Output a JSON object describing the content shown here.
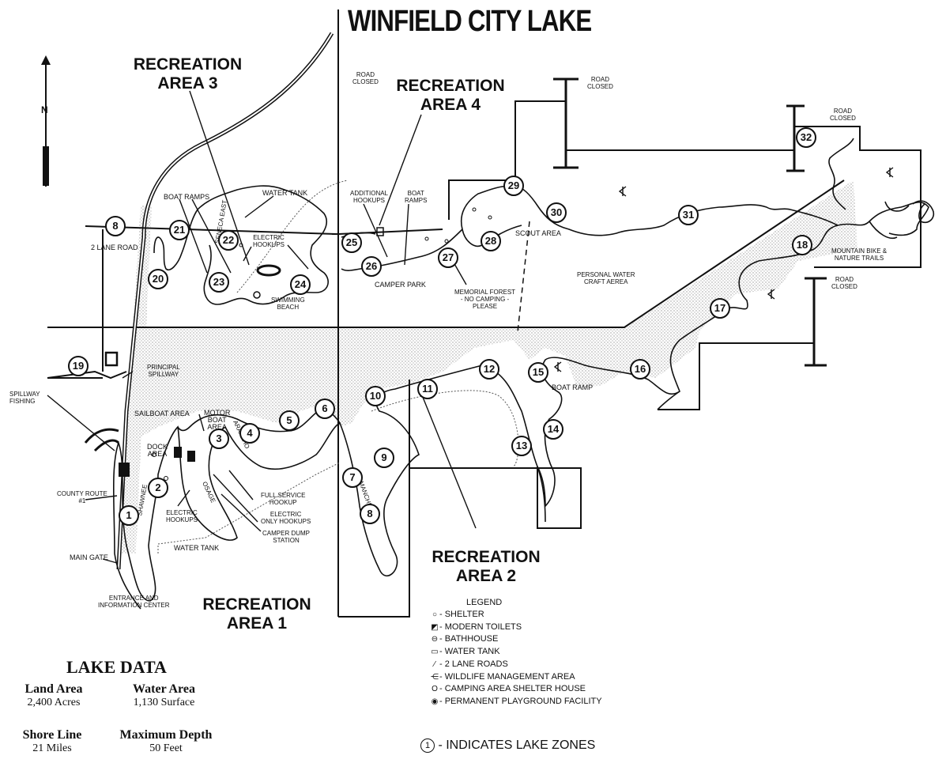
{
  "title": "WINFIELD CITY LAKE",
  "north_label": "N",
  "areas": {
    "area1": [
      "RECREATION",
      "AREA 1"
    ],
    "area2": [
      "RECREATION",
      "AREA 2"
    ],
    "area3": [
      "RECREATION",
      "AREA 3"
    ],
    "area4": [
      "RECREATION",
      "AREA 4"
    ]
  },
  "labels": {
    "road_closed": [
      "ROAD",
      "CLOSED"
    ],
    "two_lane_road": "2 LANE ROAD",
    "boat_ramps": "BOAT RAMPS",
    "boat_ramps_stacked": [
      "BOAT",
      "RAMPS"
    ],
    "water_tank": "WATER TANK",
    "electric_hookups_a3": [
      "ELECTRIC",
      "HOOKUPS"
    ],
    "swimming_beach": [
      "SWIMMING",
      "BEACH"
    ],
    "seneca_east": "SENECA EAST",
    "additional_hookups": [
      "ADDITIONAL",
      "HOOKUPS"
    ],
    "camper_park": "CAMPER PARK",
    "memorial_forest": [
      "MEMORIAL FOREST",
      "- NO CAMPING -",
      "PLEASE"
    ],
    "scout_area": "SCOUT AREA",
    "personal_water_craft": [
      "PERSONAL WATER",
      "CRAFT AEREA"
    ],
    "mountain_bike": [
      "MOUNTAIN BIKE &",
      "NATURE TRAILS"
    ],
    "principal_spillway": [
      "PRINCIPAL",
      "SPILLWAY"
    ],
    "spillway_fishing": [
      "SPILLWAY",
      "FISHING"
    ],
    "sailboat_area": "SAILBOAT AREA",
    "dock_area": [
      "DOCK",
      "AREA"
    ],
    "motor_boat_area": [
      "MOTOR",
      "BOAT",
      "AREA"
    ],
    "county_route": [
      "COUNTY ROUTE",
      "#1"
    ],
    "main_gate": "MAIN GATE",
    "entrance": [
      "ENTRANCE AND",
      "INFORMATION CENTER"
    ],
    "electric_hookups_a1": [
      "ELECTRIC",
      "HOOKUPS"
    ],
    "full_service": [
      "FULL SERVICE",
      "HOOKUP"
    ],
    "electric_only": [
      "ELECTRIC",
      "ONLY HOOKUPS"
    ],
    "camper_dump": [
      "CAMPER DUMP",
      "STATION"
    ],
    "boat_ramp": "BOAT RAMP",
    "shawnee": "SHAWNEE",
    "osage": "OSAGE",
    "arapaho": "ARAPAHO",
    "comanche": "COMANCHE"
  },
  "zones": [
    "1",
    "2",
    "3",
    "4",
    "5",
    "6",
    "7",
    "8",
    "9",
    "10",
    "11",
    "12",
    "13",
    "14",
    "15",
    "16",
    "17",
    "18",
    "19",
    "20",
    "21",
    "22",
    "23",
    "24",
    "25",
    "26",
    "27",
    "28",
    "29",
    "30",
    "31",
    "32"
  ],
  "legend": {
    "title": "LEGEND",
    "items": [
      {
        "symbol": "○",
        "label": "- SHELTER"
      },
      {
        "symbol": "◩",
        "label": "- MODERN TOILETS"
      },
      {
        "symbol": "⊖",
        "label": "- BATHHOUSE"
      },
      {
        "symbol": "▭",
        "label": "- WATER TANK"
      },
      {
        "symbol": "⁄",
        "label": "- 2 LANE ROADS"
      },
      {
        "symbol": "⋲",
        "label": "- WILDLIFE MANAGEMENT AREA"
      },
      {
        "symbol": "O",
        "label": "- CAMPING AREA SHELTER HOUSE"
      },
      {
        "symbol": "◉",
        "label": "- PERMANENT PLAYGROUND FACILITY"
      }
    ]
  },
  "lake_data": {
    "title": "LAKE DATA",
    "land_area": {
      "label": "Land Area",
      "value": "2,400 Acres"
    },
    "water_area": {
      "label": "Water Area",
      "value": "1,130 Surface"
    },
    "shore_line": {
      "label": "Shore Line",
      "value": "21 Miles"
    },
    "max_depth": {
      "label": "Maximum Depth",
      "value": "50 Feet"
    }
  },
  "zones_note": {
    "symbol": "1",
    "text": " - INDICATES LAKE ZONES"
  },
  "colors": {
    "ink": "#111111",
    "shade": "#d6d6d6",
    "paper": "#ffffff"
  }
}
